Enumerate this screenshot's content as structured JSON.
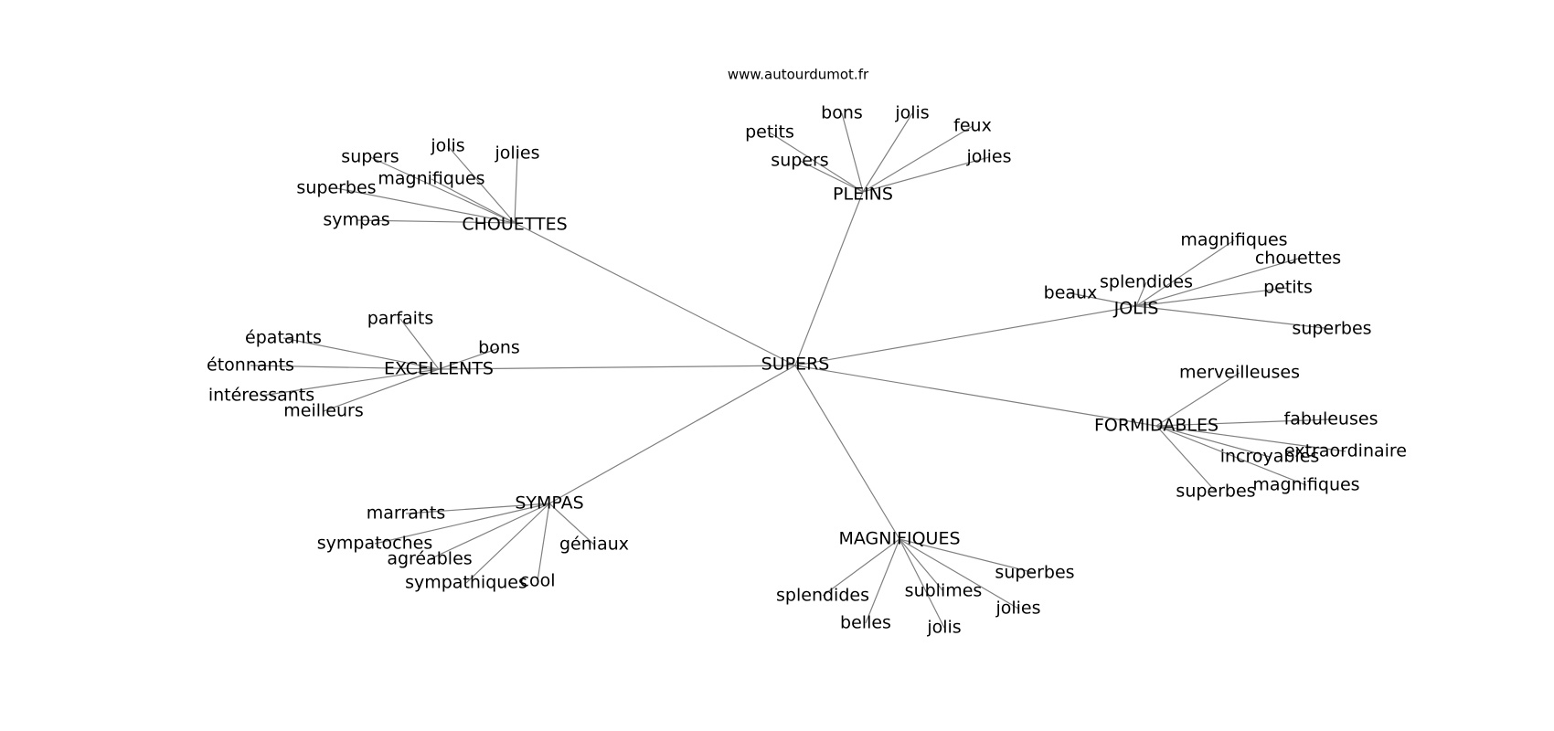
{
  "source": "www.autourdumot.fr",
  "center": "SUPERS",
  "clusters": [
    {
      "label": "CHOUETTES",
      "words": [
        "jolis",
        "jolies",
        "supers",
        "magnifiques",
        "superbes",
        "sympas"
      ]
    },
    {
      "label": "PLEINS",
      "words": [
        "bons",
        "jolis",
        "petits",
        "feux",
        "supers",
        "jolies"
      ]
    },
    {
      "label": "JOLIS",
      "words": [
        "magnifiques",
        "chouettes",
        "splendides",
        "petits",
        "beaux",
        "superbes"
      ]
    },
    {
      "label": "EXCELLENTS",
      "words": [
        "parfaits",
        "épatants",
        "bons",
        "étonnants",
        "intéressants",
        "meilleurs"
      ]
    },
    {
      "label": "FORMIDABLES",
      "words": [
        "merveilleuses",
        "fabuleuses",
        "extraordinaire",
        "incroyables",
        "magnifiques",
        "superbes"
      ]
    },
    {
      "label": "SYMPAS",
      "words": [
        "marrants",
        "sympatoches",
        "agréables",
        "géniaux",
        "sympathiques",
        "cool"
      ]
    },
    {
      "label": "MAGNIFIQUES",
      "words": [
        "superbes",
        "splendides",
        "sublimes",
        "jolies",
        "belles",
        "jolis"
      ]
    }
  ]
}
